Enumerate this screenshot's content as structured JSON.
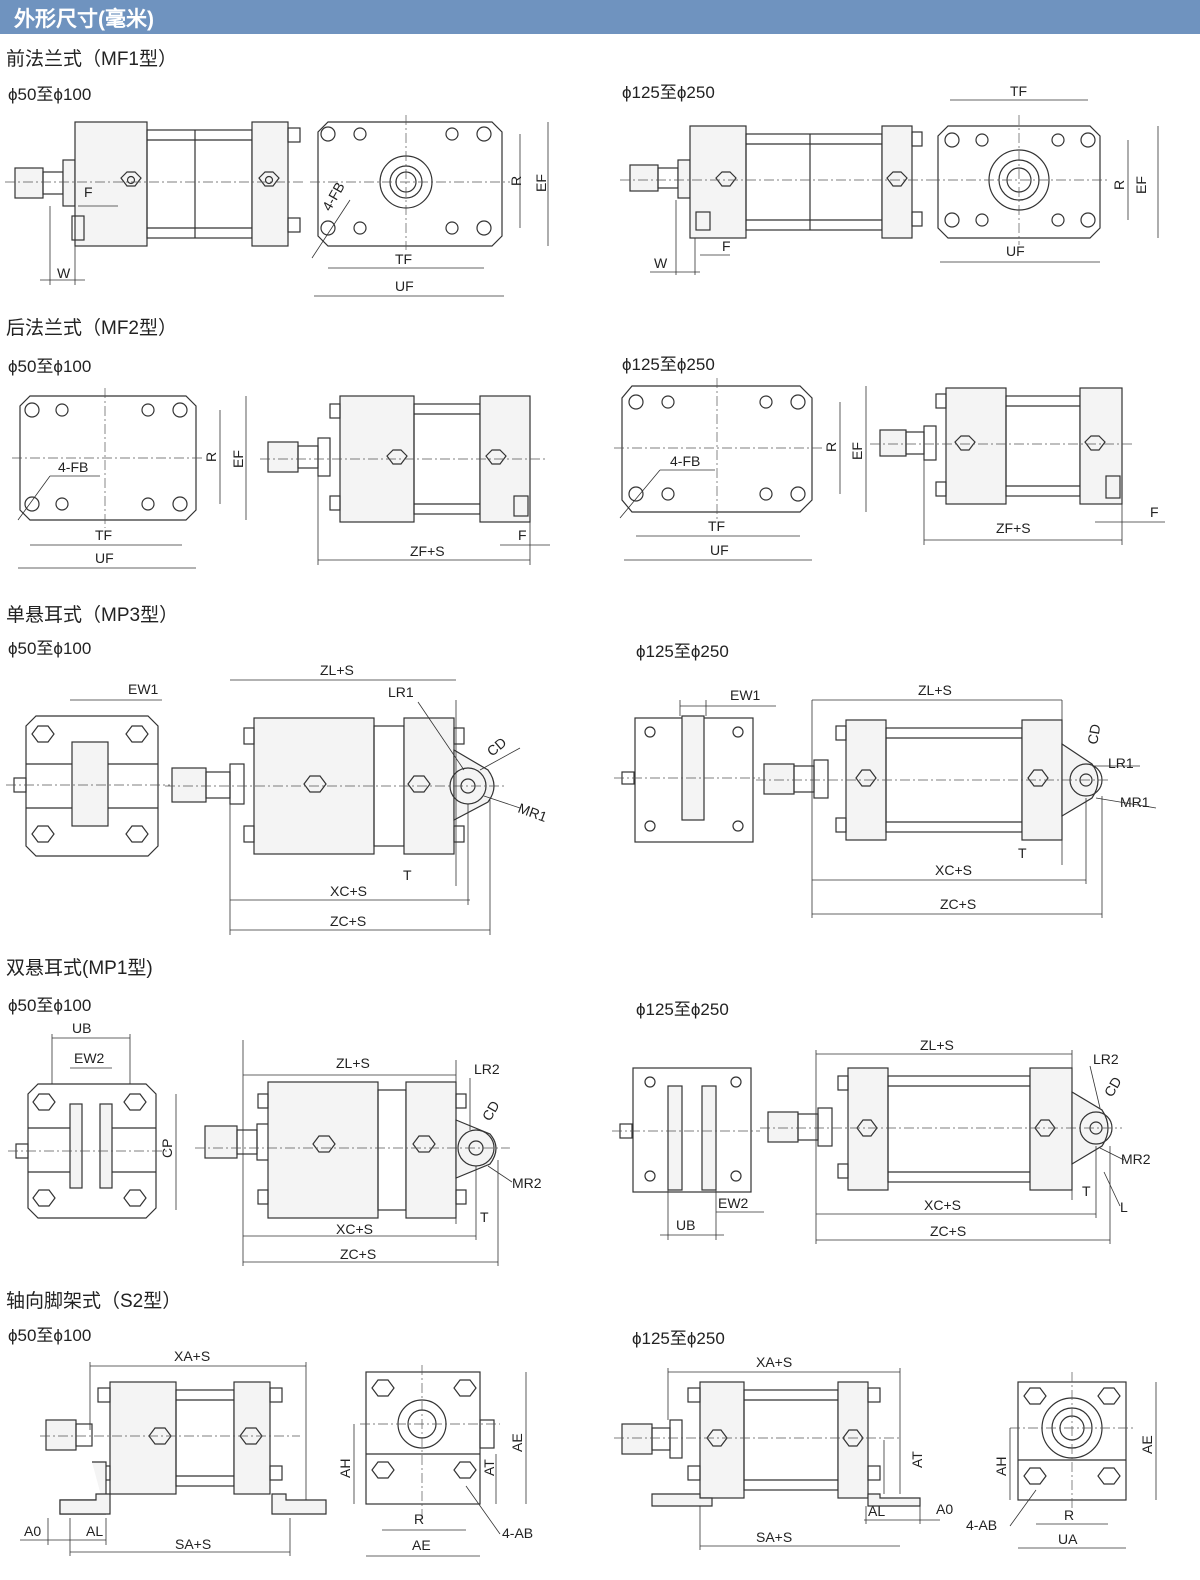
{
  "header": {
    "title": "外形尺寸(毫米)"
  },
  "sections": [
    {
      "title": "前法兰式（MF1型）",
      "range_small": "ϕ50至ϕ100",
      "range_large": "ϕ125至ϕ250"
    },
    {
      "title": "后法兰式（MF2型）",
      "range_small": "ϕ50至ϕ100",
      "range_large": "ϕ125至ϕ250"
    },
    {
      "title": "单悬耳式（MP3型）",
      "range_small": "ϕ50至ϕ100",
      "range_large": "ϕ125至ϕ250"
    },
    {
      "title": "双悬耳式(MP1型)",
      "range_small": "ϕ50至ϕ100",
      "range_large": "ϕ125至ϕ250"
    },
    {
      "title": "轴向脚架式（S2型）",
      "range_small": "ϕ50至ϕ100",
      "range_large": "ϕ125至ϕ250"
    }
  ],
  "labels": {
    "F": "F",
    "W": "W",
    "R": "R",
    "EF": "EF",
    "TF": "TF",
    "UF": "UF",
    "FB4": "4-FB",
    "ZFS": "ZF+S",
    "ZLS": "ZL+S",
    "XCS": "XC+S",
    "ZCS": "ZC+S",
    "T": "T",
    "EW1": "EW1",
    "EW2": "EW2",
    "LR1": "LR1",
    "LR2": "LR2",
    "MR1": "MR1",
    "MR2": "MR2",
    "CD": "CD",
    "UB": "UB",
    "CP": "CP",
    "L": "L",
    "XAS": "XA+S",
    "SAS": "SA+S",
    "A0": "A0",
    "AL": "AL",
    "AH": "AH",
    "AT": "AT",
    "AE": "AE",
    "AB4": "4-AB",
    "UA": "UA"
  }
}
